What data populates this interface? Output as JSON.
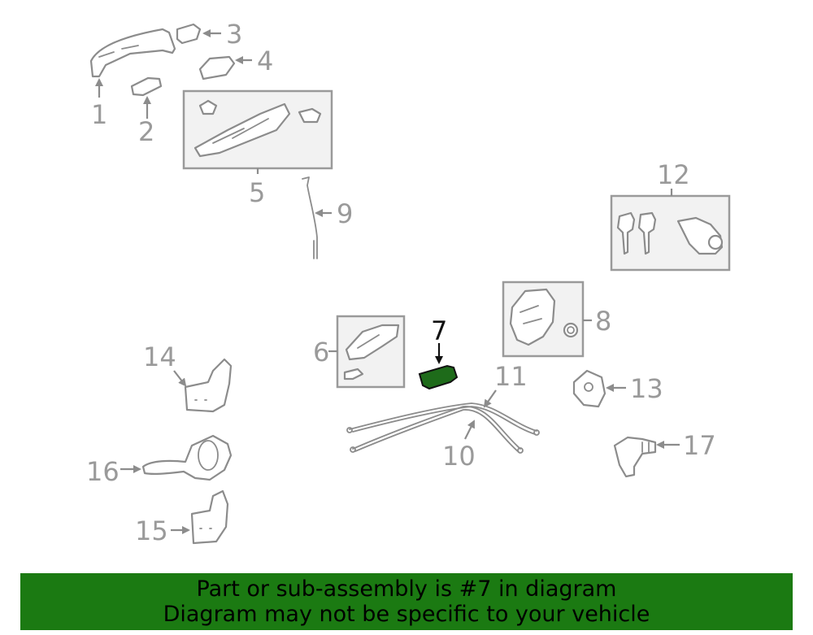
{
  "diagram": {
    "labels": {
      "n1": "1",
      "n2": "2",
      "n3": "3",
      "n4": "4",
      "n5": "5",
      "n6": "6",
      "n7": "7",
      "n8": "8",
      "n9": "9",
      "n10": "10",
      "n11": "11",
      "n12": "12",
      "n13": "13",
      "n14": "14",
      "n15": "15",
      "n16": "16",
      "n17": "17"
    },
    "highlight_part": "7",
    "colors": {
      "line": "#8c8c8c",
      "highlight_fill": "#1e6b1a",
      "banner_bg": "#1b7a12"
    }
  },
  "banner": {
    "line1": "Part or sub-assembly is #7 in diagram",
    "line2": "Diagram may not be specific to your vehicle"
  }
}
